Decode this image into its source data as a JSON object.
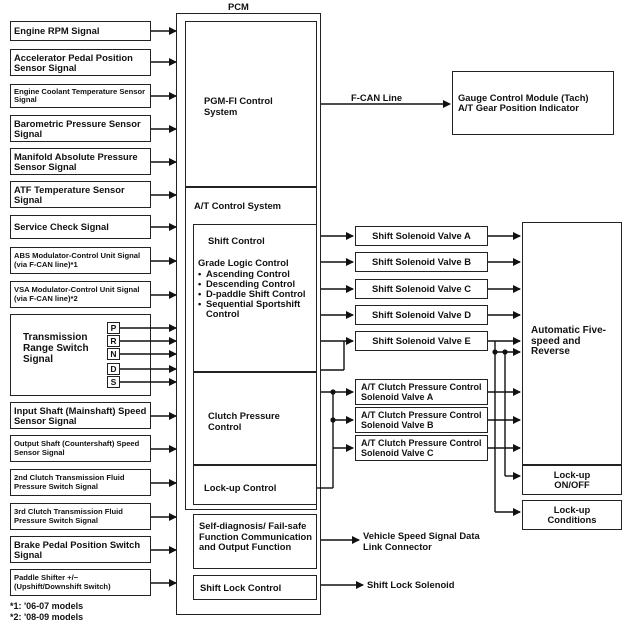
{
  "pcm_title": "PCM",
  "inputs": [
    "Engine RPM Signal",
    "Accelerator Pedal Position Sensor Signal",
    "Engine Coolant Temperature Sensor Signal",
    "Barometric Pressure Sensor Signal",
    "Manifold Absolute Pressure Sensor Signal",
    "ATF Temperature Sensor Signal",
    "Service Check Signal",
    "ABS Modulator-Control Unit Signal (via F-CAN line)*1",
    "VSA Modulator-Control Unit Signal (via F-CAN line)*2",
    "Transmission Range Switch Signal",
    "Input Shaft (Mainshaft) Speed Sensor Signal",
    "Output Shaft (Countershaft) Speed Sensor Signal",
    "2nd Clutch Transmission Fluid Pressure Switch Signal",
    "3rd Clutch Transmission Fluid Pressure Switch Signal",
    "Brake Pedal Position Switch Signal",
    "Paddle Shifter +/− (Upshift/Downshift Switch)"
  ],
  "range_positions": [
    "P",
    "R",
    "N",
    "D",
    "S"
  ],
  "pcm_sections": {
    "pgmfi": "PGM-FI Control System",
    "at_control": "A/T Control System",
    "shift_control": "Shift Control",
    "grade_logic": "Grade Logic Control",
    "grade_items": [
      "Ascending Control",
      "Descending Control",
      "D-paddle Shift Control",
      "Sequential Sportshift Control"
    ],
    "clutch_pressure": "Clutch Pressure Control",
    "lockup": "Lock-up Control",
    "selfdiag": "Self-diagnosis/ Fail-safe Function Communication and Output Function",
    "shiftlock": "Shift Lock Control"
  },
  "fcan_line": "F-CAN Line",
  "gauge_module": "Gauge Control Module (Tach) A/T Gear Position Indicator",
  "solenoids": [
    "Shift Solenoid Valve A",
    "Shift Solenoid Valve B",
    "Shift Solenoid Valve C",
    "Shift Solenoid Valve D",
    "Shift Solenoid Valve E"
  ],
  "clutch_solenoids": [
    "A/T Clutch Pressure Control Solenoid Valve A",
    "A/T Clutch Pressure Control Solenoid Valve B",
    "A/T Clutch Pressure Control Solenoid Valve C"
  ],
  "transmission": "Automatic Five-speed and Reverse",
  "lockup_onoff": "Lock-up ON/OFF",
  "lockup_conditions": "Lock-up Conditions",
  "vehicle_speed": "Vehicle Speed Signal Data Link Connector",
  "shift_lock_solenoid": "Shift Lock Solenoid",
  "footnotes": [
    "*1: '06-07 models",
    "*2: '08-09 models"
  ]
}
